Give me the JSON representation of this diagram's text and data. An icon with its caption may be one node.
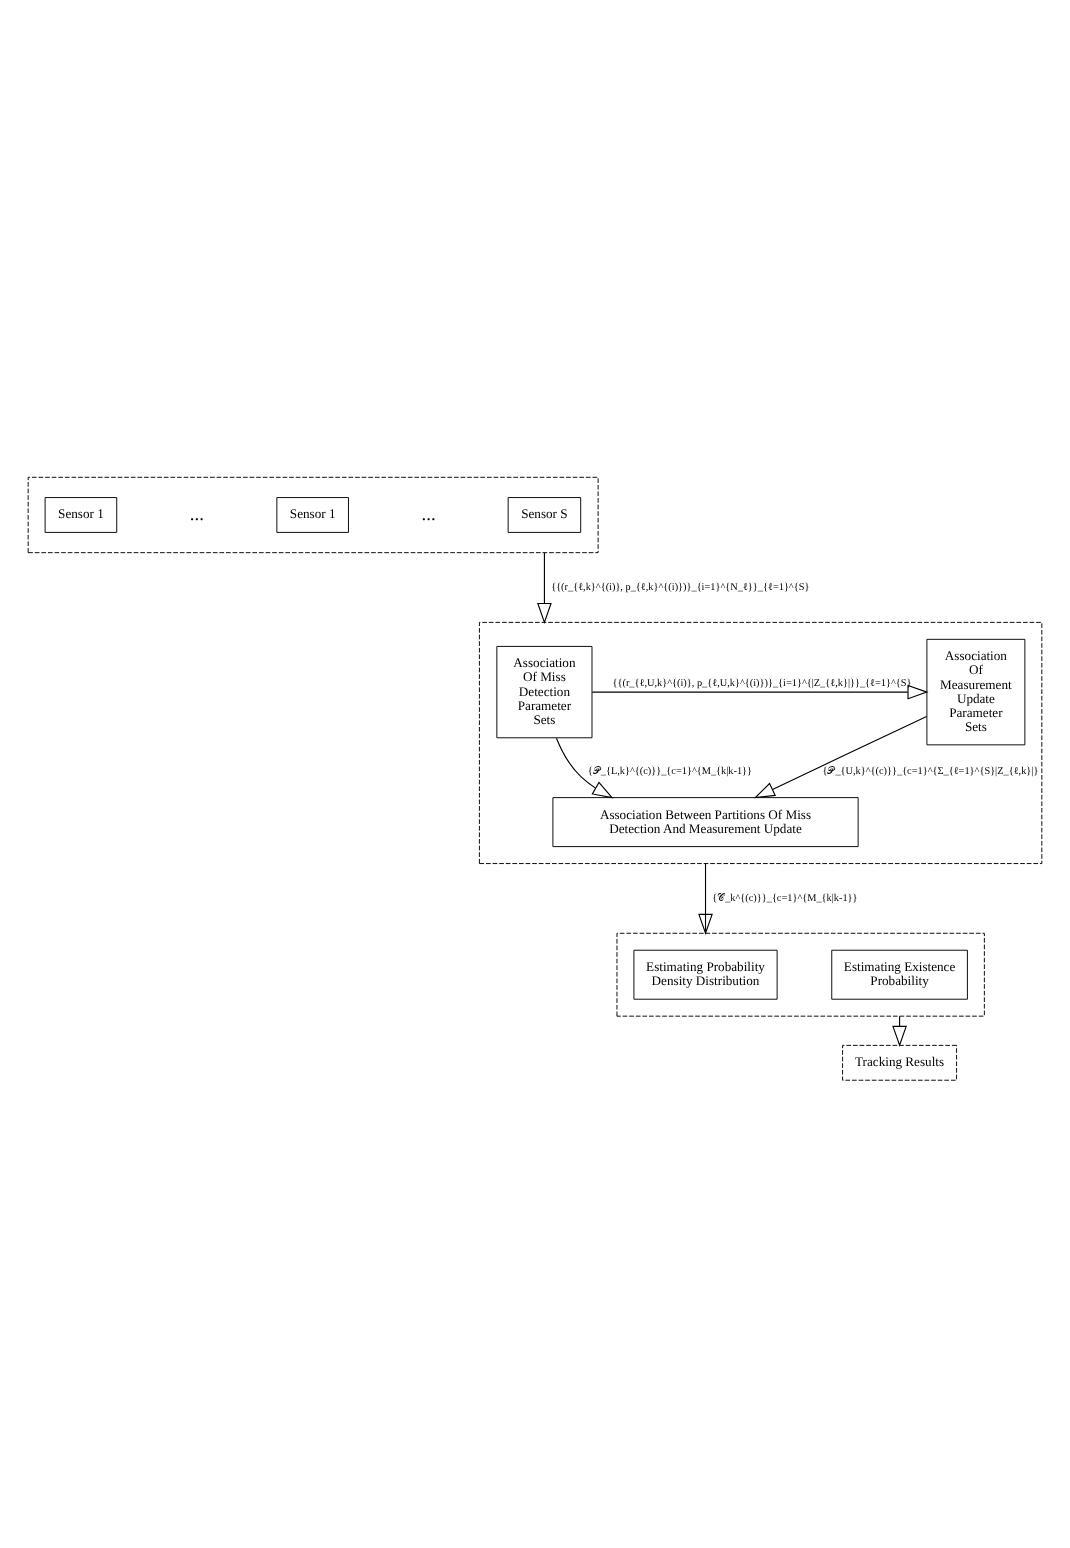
{
  "diagram": {
    "nodes": [
      {
        "text": [],
        "shape": "box"
      },
      {
        "text": [
          "Sensor 1"
        ],
        "in": 0
      },
      {
        "text": [
          "Sensor 1"
        ],
        "in": 0
      },
      {
        "text": [
          "Sensor S"
        ],
        "in": 0
      },
      {
        "text": [],
        "shape": "box"
      },
      {
        "text": [
          "Association Of Miss Detection Parameter Sets"
        ],
        "in": 4
      },
      {
        "text": [
          "Association Of Measurement Update Parameter Sets"
        ],
        "in": 4
      },
      {
        "text": [
          "Association Between Partitions Of Miss Detection And Measurement Update"
        ],
        "in": 4
      },
      {
        "text": [],
        "shape": "box"
      },
      {
        "text": [
          "Estimating Probability Density Distribution"
        ],
        "in": 8
      },
      {
        "text": [
          "Estimating Existence Probability"
        ],
        "in": 8
      },
      {
        "text": [
          "Tracking Results"
        ]
      }
    ],
    "edges": [
      {
        "from": 0,
        "to": 4,
        "arrow": "to",
        "label": "{{(r_{ℓ,k}^{(i)}, p_{ℓ,k}^{(i)})}_{i=1}^{N_ℓ}}_{ℓ=1}^{S}"
      },
      {
        "from": 5,
        "to": 6,
        "arrow": "to",
        "label": "{{(r_{ℓ,U,k}^{(i)}, p_{ℓ,U,k}^{(i)})}_{i=1}^{|Z_{ℓ,k}|}}_{ℓ=1}^{S}"
      },
      {
        "from": 5,
        "to": 7,
        "arrow": "to",
        "label": "{𝒫_{L,k}^{(c)}}_{c=1}^{M_{k|k-1}}"
      },
      {
        "from": 6,
        "to": 7,
        "arrow": "to",
        "label": "{𝒫_{U,k}^{(c)}}_{c=1}^{Σ_{ℓ=1}^{S}|Z_{ℓ,k}|}"
      },
      {
        "from": 4,
        "to": 8,
        "arrow": "to",
        "label": "{𝒞_k^{(c)}}_{c=1}^{M_{k|k-1}}"
      },
      {
        "from": 8,
        "to": 11,
        "arrow": "to"
      }
    ],
    "labels": [
      "...",
      "..."
    ]
  }
}
